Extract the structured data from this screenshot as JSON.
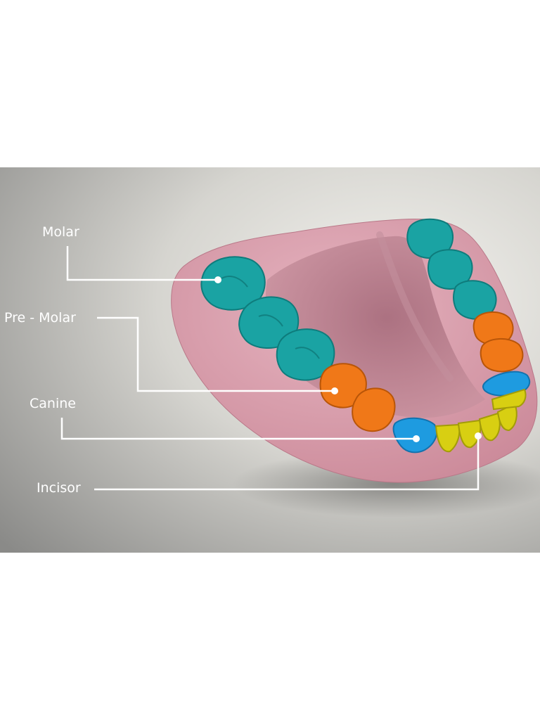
{
  "labels": {
    "molar": "Molar",
    "premolar": "Pre - Molar",
    "canine": "Canine",
    "incisor": "Incisor"
  },
  "colors": {
    "molar": "#1aa3a3",
    "premolar": "#f07818",
    "canine": "#1e9be0",
    "incisor": "#d8cf12",
    "gum": "#d99aa8",
    "palate": "#b87c8c",
    "leader_line": "#ffffff"
  }
}
